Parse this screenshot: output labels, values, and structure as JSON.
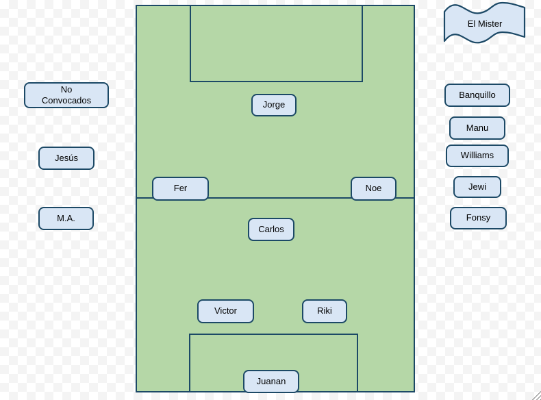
{
  "palette": {
    "checker_light": "#ffffff",
    "checker_dark": "#f4f4f4",
    "field_fill": "#b5d7a7",
    "line_color": "#1c4966",
    "node_fill": "#d9e6f5",
    "node_border": "#1c4966",
    "text_color": "#000000",
    "grip_color": "#8b8b8b"
  },
  "coach_flag": {
    "label": "El Mister"
  },
  "not_called_up": {
    "title": "No\nConvocados",
    "players": [
      {
        "name": "Jesús"
      },
      {
        "name": "M.A."
      }
    ]
  },
  "bench": {
    "title": "Banquillo",
    "players": [
      {
        "name": "Manu"
      },
      {
        "name": "Williams"
      },
      {
        "name": "Jewi"
      },
      {
        "name": "Fonsy"
      }
    ]
  },
  "lineup": {
    "players": [
      {
        "name": "Jorge"
      },
      {
        "name": "Fer"
      },
      {
        "name": "Noe"
      },
      {
        "name": "Carlos"
      },
      {
        "name": "Victor"
      },
      {
        "name": "Riki"
      },
      {
        "name": "Juanan"
      }
    ]
  }
}
